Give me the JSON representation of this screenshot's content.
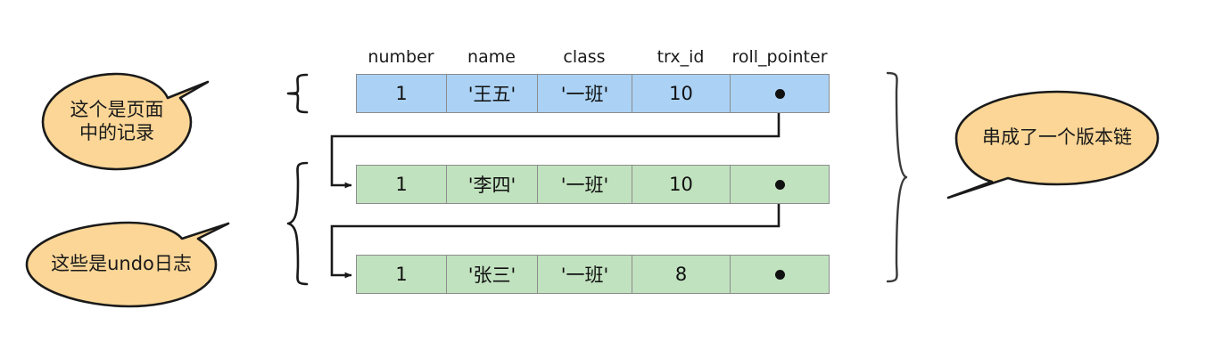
{
  "diagram": {
    "title": "MVCC version chain of a record with undo logs",
    "colors": {
      "current_row_fill": "#abd2f5",
      "undo_row_fill": "#c1e2bf",
      "row_border": "#8c8c8c",
      "bubble_fill": "#fbd696",
      "bubble_stroke": "#1a1a1a",
      "connector": "#1a1a1a",
      "background": "#ffffff"
    },
    "table": {
      "headers": [
        "number",
        "name",
        "class",
        "trx_id",
        "roll_pointer"
      ],
      "rows": [
        {
          "kind": "current-record",
          "fill": "blue",
          "cells": [
            "1",
            "'王五'",
            "'一班'",
            "10"
          ],
          "roll_pointer": "dot"
        },
        {
          "kind": "undo-log",
          "fill": "green",
          "cells": [
            "1",
            "'李四'",
            "'一班'",
            "10"
          ],
          "roll_pointer": "dot"
        },
        {
          "kind": "undo-log",
          "fill": "green",
          "cells": [
            "1",
            "'张三'",
            "'一班'",
            "8"
          ],
          "roll_pointer": "dot"
        }
      ]
    },
    "callouts": [
      {
        "id": "page-record",
        "text": "这个是页面\n中的记录",
        "side": "left",
        "tail": "up-right"
      },
      {
        "id": "undo-logs",
        "text": "这些是undo日志",
        "side": "left",
        "tail": "up-right"
      },
      {
        "id": "version-chain",
        "text": "串成了一个版本链",
        "side": "right",
        "tail": "down-left"
      }
    ],
    "braces": [
      {
        "id": "brace-current-record",
        "side": "left",
        "spans": "row-1"
      },
      {
        "id": "brace-undo-logs",
        "side": "left",
        "spans": "row-2,row-3"
      },
      {
        "id": "brace-version-chain",
        "side": "right",
        "spans": "row-1,row-2,row-3"
      }
    ],
    "connectors": [
      {
        "id": "pointer-row1-to-row2",
        "from": "row-1.roll_pointer",
        "to": "row-2"
      },
      {
        "id": "pointer-row2-to-row3",
        "from": "row-2.roll_pointer",
        "to": "row-3"
      }
    ]
  }
}
